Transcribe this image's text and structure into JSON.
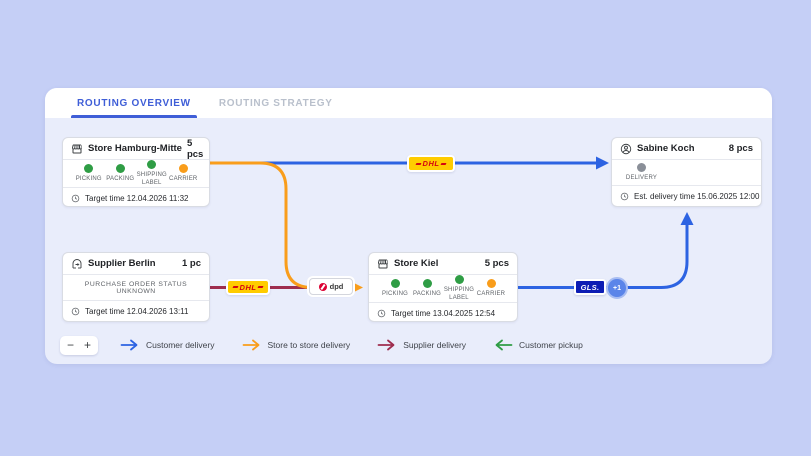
{
  "tabs": [
    {
      "label": "ROUTING OVERVIEW",
      "active": true
    },
    {
      "label": "ROUTING STRATEGY",
      "active": false
    }
  ],
  "nodes": {
    "hamburg": {
      "icon": "storefront-icon",
      "title": "Store Hamburg-Mitte",
      "qty": "5 pcs",
      "statuses": [
        {
          "label": "PICKING",
          "color": "green"
        },
        {
          "label": "PACKING",
          "color": "green"
        },
        {
          "label": "SHIPPING LABEL",
          "color": "green"
        },
        {
          "label": "CARRIER",
          "color": "orange"
        }
      ],
      "footer": "Target time 12.04.2026  11:32"
    },
    "sabine": {
      "icon": "person-icon",
      "title": "Sabine Koch",
      "qty": "8 pcs",
      "statuses": [
        {
          "label": "DELIVERY",
          "color": "gray"
        }
      ],
      "footer": "Est. delivery time 15.06.2025  12:00"
    },
    "supplier": {
      "icon": "supplier-icon",
      "title": "Supplier Berlin",
      "qty": "1 pc",
      "note": "PURCHASE ORDER STATUS UNKNOWN",
      "footer": "Target time 12.04.2026  13:11"
    },
    "kiel": {
      "icon": "storefront-icon",
      "title": "Store Kiel",
      "qty": "5 pcs",
      "statuses": [
        {
          "label": "PICKING",
          "color": "green"
        },
        {
          "label": "PACKING",
          "color": "green"
        },
        {
          "label": "SHIPPING LABEL",
          "color": "green"
        },
        {
          "label": "CARRIER",
          "color": "orange"
        }
      ],
      "footer": "Target time 13.04.2025  12:54"
    }
  },
  "carriers": {
    "dhl": "DHL",
    "dpd": "dpd",
    "gls": "GLS.",
    "plus_badge": "+1"
  },
  "zoom_controls": {
    "zoom_out": "−",
    "zoom_in": "+"
  },
  "legend": [
    {
      "label": "Customer delivery",
      "color": "#2d63e2",
      "direction": "right"
    },
    {
      "label": "Store to store delivery",
      "color": "#f99d1b",
      "direction": "right"
    },
    {
      "label": "Supplier delivery",
      "color": "#9e2d4e",
      "direction": "right"
    },
    {
      "label": "Customer pickup",
      "color": "#2f9d45",
      "direction": "left"
    }
  ],
  "colors": {
    "background": "#c5cff6",
    "canvas": "#e9edfb",
    "customer_delivery": "#2d63e2",
    "store_to_store": "#f99d1b",
    "supplier_delivery": "#9e2d4e",
    "customer_pickup": "#2f9d45",
    "status_done": "#2f9d45",
    "status_pending": "#f99d1b",
    "status_unknown": "#8a8f98",
    "tab_active": "#3f5ed7"
  }
}
